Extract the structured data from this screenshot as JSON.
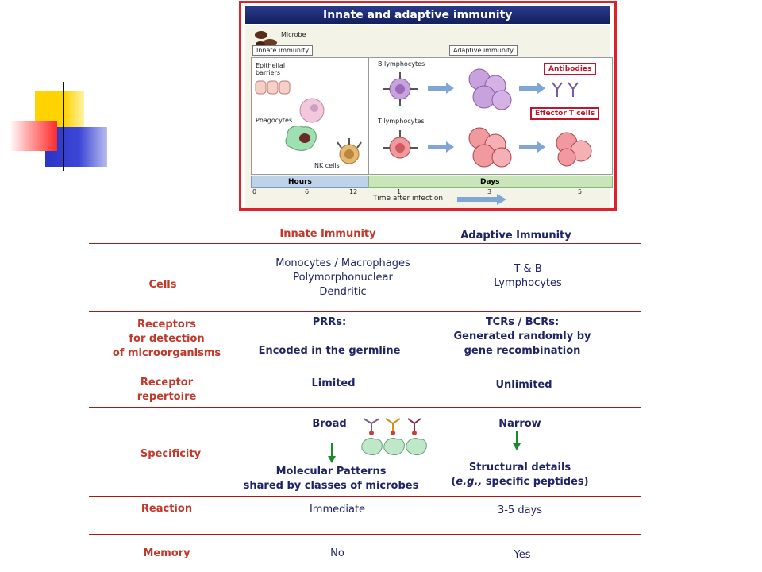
{
  "figure": {
    "title": "Innate and adaptive immunity",
    "microbe": "Microbe",
    "innate_box": "Innate immunity",
    "adaptive_box": "Adaptive immunity",
    "epithelial": [
      "Epithelial",
      "barriers"
    ],
    "phagocytes": "Phagocytes",
    "nk_cells": "NK cells",
    "b_lymph": "B lymphocytes",
    "t_lymph": "T lymphocytes",
    "antibodies": "Antibodies",
    "effector": "Effector T cells",
    "hours": "Hours",
    "days": "Days",
    "ticks_hours": [
      "0",
      "6",
      "12"
    ],
    "ticks_days": [
      "1",
      "3",
      "5"
    ],
    "time_label": "Time after infection",
    "colors": {
      "border": "#e0212a",
      "title_bg": "#1a2a72",
      "b_cell": "#b48ad0",
      "t_cell": "#e0505a"
    }
  },
  "table": {
    "headers": {
      "innate": "Innate Immunity",
      "adaptive": "Adaptive Immunity"
    },
    "rows": {
      "cells": {
        "label": "Cells",
        "innate": [
          "Monocytes / Macrophages",
          "Polymorphonuclear",
          "Dendritic"
        ],
        "adaptive": [
          "T & B",
          "Lymphocytes"
        ]
      },
      "receptors": {
        "label": [
          "Receptors",
          "for detection",
          "of microorganisms"
        ],
        "innate_title": "PRRs:",
        "innate_desc": "Encoded in the germline",
        "adaptive": [
          "TCRs / BCRs:",
          "Generated randomly by",
          "gene recombination"
        ]
      },
      "repertoire": {
        "label": [
          "Receptor",
          "repertoire"
        ],
        "innate": "Limited",
        "adaptive": "Unlimited"
      },
      "specificity": {
        "label": "Specificity",
        "innate_top": "Broad",
        "innate_bottom": [
          "Molecular Patterns",
          "shared by classes of microbes"
        ],
        "adaptive_top": "Narrow",
        "adaptive_bottom": [
          "Structural details",
          "e.g.,",
          "specific peptides"
        ]
      },
      "reaction": {
        "label": "Reaction",
        "innate": "Immediate",
        "adaptive": "3-5 days"
      },
      "memory": {
        "label": "Memory",
        "innate": "No",
        "adaptive": "Yes"
      }
    },
    "colors": {
      "label": "#c0392b",
      "text": "#1e2466",
      "rule": "#b01818",
      "arrow": "#1a8a2a"
    }
  }
}
